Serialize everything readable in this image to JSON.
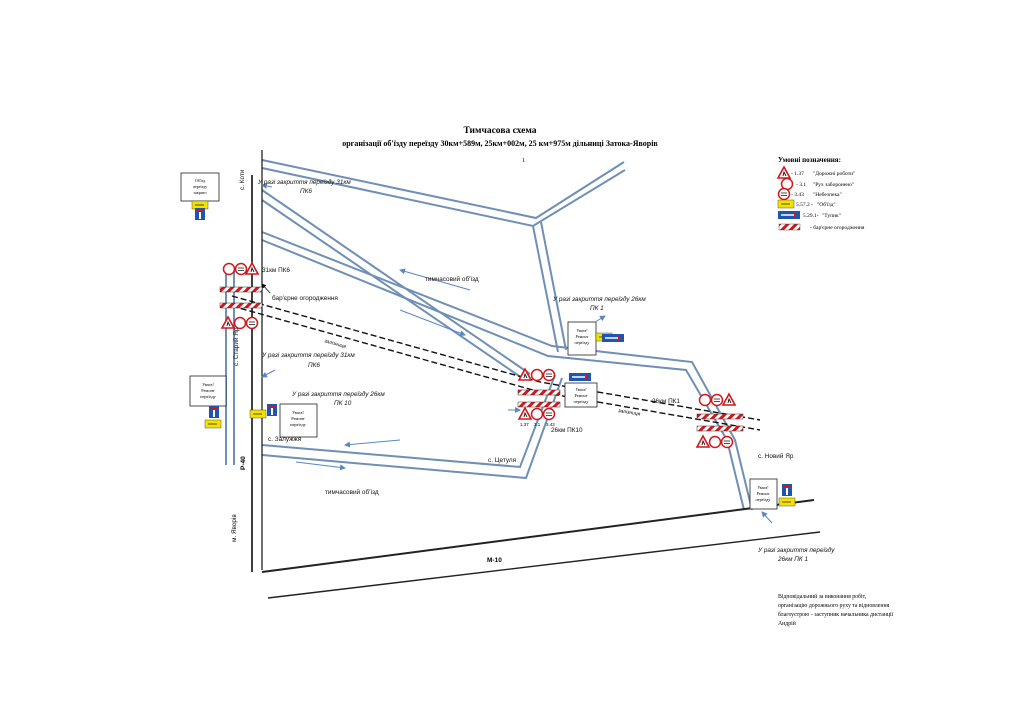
{
  "header": {
    "title": "Тимчасова схема",
    "subtitle": "організації об'їзду переїзду 30км+589м, 25км+002м, 25 км+975м дільниці Затока-Яворів",
    "page_number": "1"
  },
  "legend": {
    "title": "Умовні позначення:",
    "items": [
      {
        "code": "- 1.37",
        "label": "\"Дорожні роботи\""
      },
      {
        "code": "- 3.1",
        "label": "\"Рух заборонено\""
      },
      {
        "code": "- 3.43",
        "label": "\"Небезпека\""
      },
      {
        "code": "5.57.2 -",
        "label": "\"Об'їзд\""
      },
      {
        "code": "5.29.1-",
        "label": "\"Тупик\""
      },
      {
        "code": "",
        "label": "- бар'єрне огородження"
      }
    ]
  },
  "labels": {
    "village_koty": "с. Коти",
    "village_stary_yar": "с. Старий Яр",
    "village_zaluzhzhia": "с. Залужжя",
    "village_tsetulia": "с. Цетуля",
    "village_novy_yar": "с. Новий Яр",
    "town_yavoriv": "м. Яворів",
    "road_r40": "Р-40",
    "road_m10": "М-10",
    "crossing_31km": "31км ПК6",
    "crossing_26km_pk10": "26км ПК10",
    "crossing_26km_pk1": "26км ПК1",
    "barrier_note": "бар'єрне огородження",
    "detour_1": "тимчасовий об'їзд",
    "detour_2": "тимчасовий об'їзд",
    "rail_1": "залізниця",
    "rail_2": "залізниця",
    "sign_137": "1.37",
    "sign_31": "3.1",
    "sign_343": "3.43"
  },
  "notes": {
    "n1_line1": "У разі закриття переїзду 31км",
    "n1_line2": "ПК6",
    "n2_line1": "У разі закриття переїзду 31км",
    "n2_line2": "ПК6",
    "n3_line1": "У разі закриття переїзду 26км",
    "n3_line2": "ПК 10",
    "n4_line1": "У разі закриття переїзду 26км",
    "n4_line2": "ПК 1",
    "n5_line1": "У разі закриття переїзду",
    "n5_line2": "26км ПК 1"
  },
  "info_boards": {
    "b1_line1": "Об'їзд",
    "b1_line2": "переїзду",
    "b1_line3": "закрито",
    "b2_line1": "Увага!",
    "b2_line2": "Ремонт",
    "b2_line3": "переїзду",
    "b3_line1": "Увага!",
    "b3_line2": "Ремонт",
    "b3_line3": "переїзду",
    "b4_line1": "Увага!",
    "b4_line2": "Ремонт",
    "b4_line3": "переїзду",
    "b5_line1": "Увага!",
    "b5_line2": "Ремонт",
    "b5_line3": "переїзду",
    "b6_line1": "Увага!",
    "b6_line2": "Ремонт",
    "b6_line3": "переїзду",
    "detour_sign": "Об'їзд"
  },
  "footer": {
    "line1": "Відповідальний за виконання робіт,",
    "line2": "організацію дорожнього руху та відновлення",
    "line3": "благоустрою - заступник начальника дистанції",
    "line4": "Андрій"
  },
  "colors": {
    "road": "#6f8fb5",
    "arrow": "#5a86c4",
    "sign_red": "#d4161c",
    "sign_yellow": "#f2e200",
    "sign_blue": "#1d55b0"
  }
}
